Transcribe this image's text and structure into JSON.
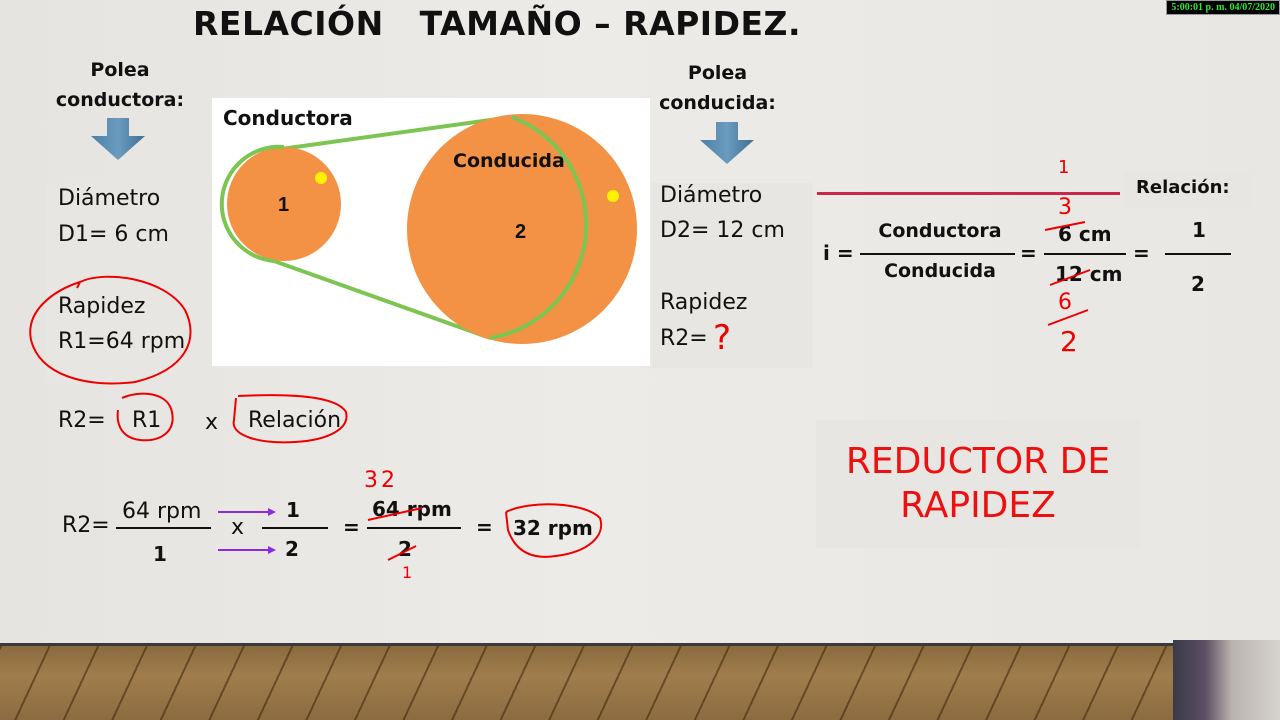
{
  "slide": {
    "title": "RELACIÓN   TAMAÑO – RAPIDEZ.",
    "timestamp": "5:00:01 p. m. 04/07/2020"
  },
  "left_column": {
    "header_line1": "Polea",
    "header_line2": "conductora:",
    "arrow_icon": "arrow-down-icon",
    "diameter_label": "Diámetro",
    "diameter_value": "D1= 6 cm",
    "speed_label": "Rapidez",
    "speed_value": "R1=64 rpm"
  },
  "diagram": {
    "title": "Conductora",
    "small_pulley_label": "1",
    "large_pulley_label": "Conducida",
    "large_pulley_number": "2",
    "colors": {
      "pulley": "#f39244",
      "belt": "#7dc552",
      "dot": "#fff200"
    }
  },
  "right_column": {
    "header_line1": "Polea",
    "header_line2": "conducida:",
    "diameter_label": "Diámetro",
    "diameter_value": "D2= 12 cm",
    "speed_label": "Rapidez",
    "speed_value": "R2=",
    "speed_handwritten": "?"
  },
  "ratio": {
    "label": "Relación:",
    "i_label": "i =",
    "numerator": "Conductora",
    "denominator": "Conducida",
    "eq1": "=",
    "num_value": "6 cm",
    "den_value": "12 cm",
    "eq2": "=",
    "result_num": "1",
    "result_den": "2",
    "handwritten": {
      "top_1": "1",
      "top_3": "3",
      "bottom_6": "6",
      "bottom_2": "2"
    }
  },
  "formula": {
    "lhs": "R2=",
    "term1": "R1",
    "op": "x",
    "term2": "Relación"
  },
  "calculation": {
    "lhs": "R2=",
    "frac1_num": "64 rpm",
    "frac1_den": "1",
    "op": "x",
    "frac2_num": "1",
    "frac2_den": "2",
    "eq1": "=",
    "frac3_num": "64 rpm",
    "frac3_den": "2",
    "eq2": "=",
    "result": "32 rpm",
    "handwritten": {
      "above": "32",
      "below": "1"
    }
  },
  "conclusion": {
    "line1": "REDUCTOR DE",
    "line2": "RAPIDEZ",
    "color": "#ec1111"
  }
}
